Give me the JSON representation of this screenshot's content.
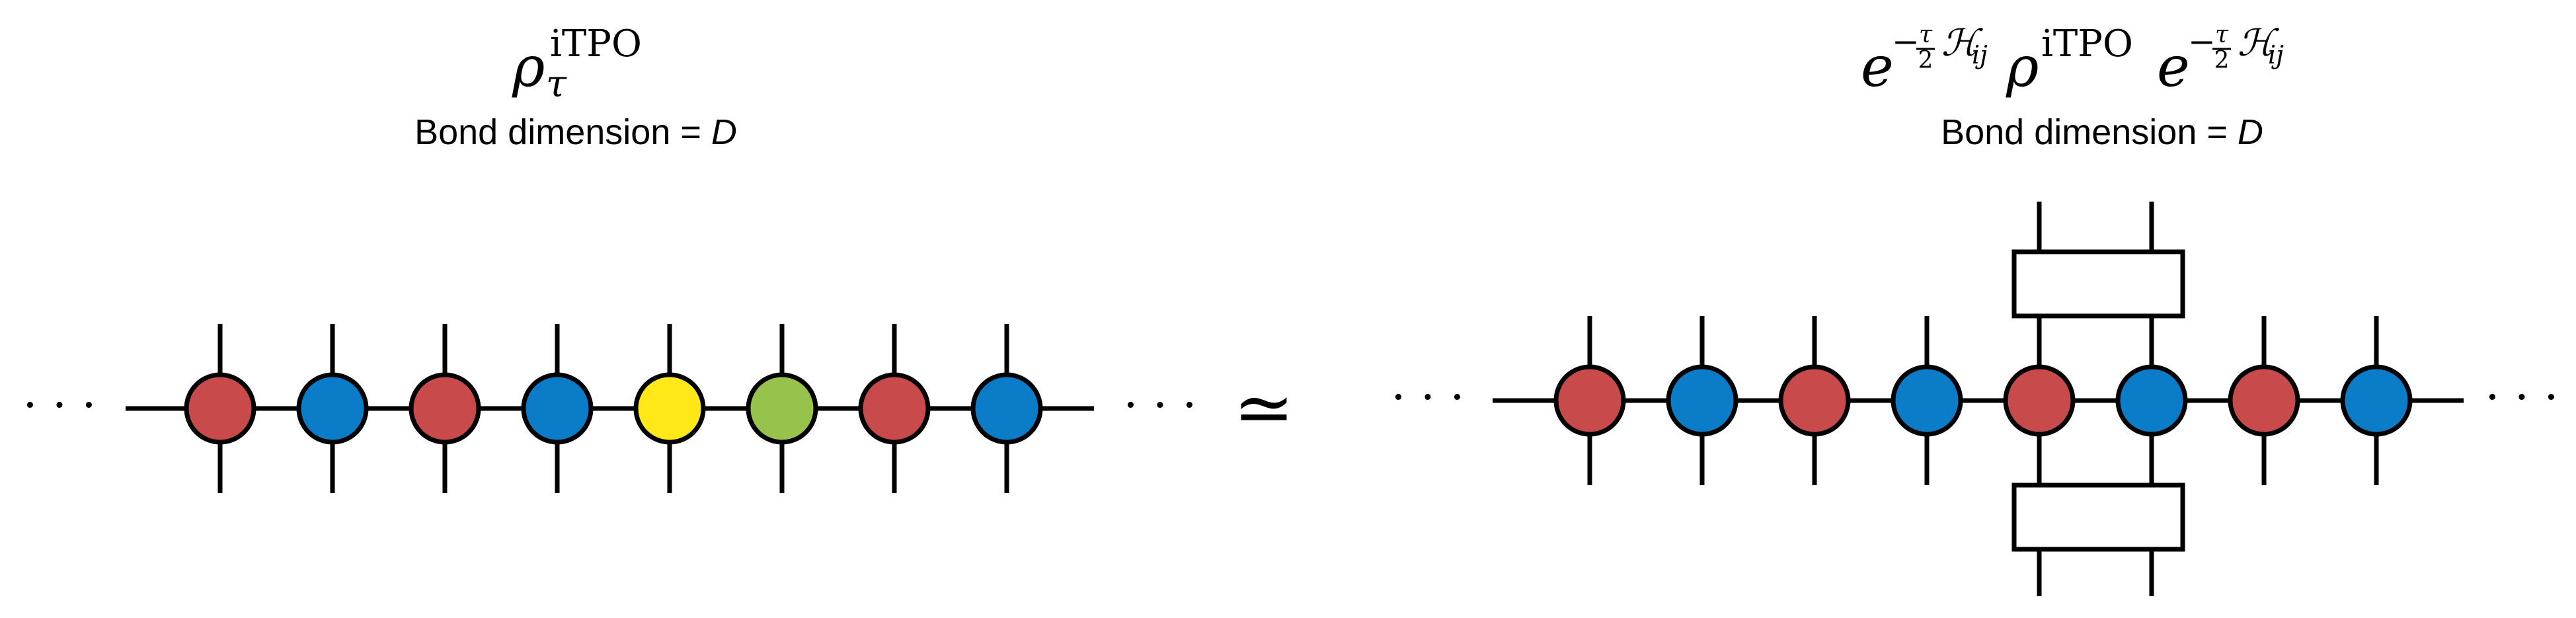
{
  "left": {
    "formula": {
      "symbol": "ρ",
      "superscript": "iTPO",
      "subscript": "τ"
    },
    "caption_prefix": "Bond dimension = ",
    "caption_var": "D",
    "dots_left": "· · ·",
    "dots_right": "· · ·",
    "nodes": [
      {
        "color_name": "red",
        "color": "#C94A4A"
      },
      {
        "color_name": "blue",
        "color": "#0A7CC8"
      },
      {
        "color_name": "red",
        "color": "#C94A4A"
      },
      {
        "color_name": "blue",
        "color": "#0A7CC8"
      },
      {
        "color_name": "yellow",
        "color": "#FFE818"
      },
      {
        "color_name": "green",
        "color": "#97C34C"
      },
      {
        "color_name": "red",
        "color": "#C94A4A"
      },
      {
        "color_name": "blue",
        "color": "#0A7CC8"
      }
    ]
  },
  "relation_symbol": "≃",
  "right": {
    "formula": {
      "exp_base": "e",
      "exp_sign": "−",
      "frac_num": "τ",
      "frac_den": "2",
      "operator": "ℋ",
      "operator_sub": "ij",
      "center_symbol": "ρ",
      "center_sup": "iTPO"
    },
    "caption_prefix": "Bond dimension = ",
    "caption_var": "D",
    "dots_left": "· · ·",
    "dots_right": "· · ·",
    "nodes": [
      {
        "color_name": "red",
        "color": "#C94A4A"
      },
      {
        "color_name": "blue",
        "color": "#0A7CC8"
      },
      {
        "color_name": "red",
        "color": "#C94A4A"
      },
      {
        "color_name": "blue",
        "color": "#0A7CC8"
      },
      {
        "color_name": "red",
        "color": "#C94A4A"
      },
      {
        "color_name": "blue",
        "color": "#0A7CC8"
      },
      {
        "color_name": "red",
        "color": "#C94A4A"
      },
      {
        "color_name": "blue",
        "color": "#0A7CC8"
      }
    ],
    "gate_nodes": [
      4,
      5
    ]
  }
}
